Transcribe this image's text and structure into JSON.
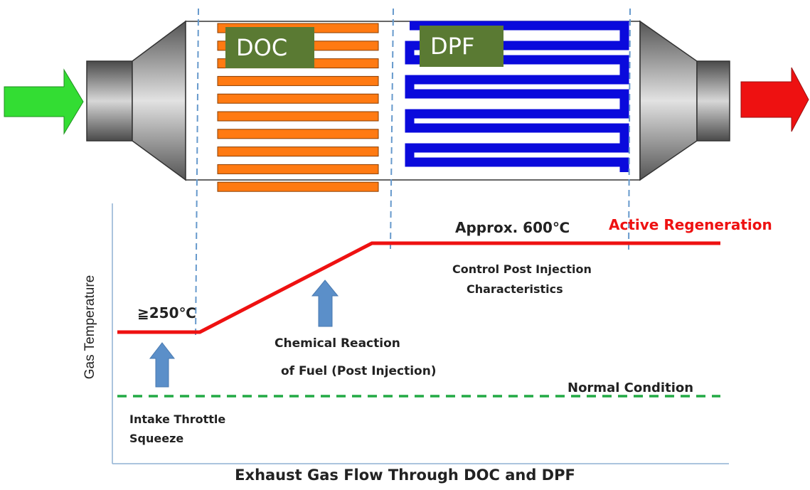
{
  "components": {
    "doc_label": "DOC",
    "dpf_label": "DPF"
  },
  "chart": {
    "y_axis_label": "Gas Temperature",
    "x_axis_label": "Exhaust Gas Flow Through DOC and DPF"
  },
  "annotations": {
    "temp_low": "≧250℃",
    "temp_high": "Approx. 600℃",
    "active_regeneration": "Active Regeneration",
    "normal_condition": "Normal Condition",
    "control_post_line1": "Control Post Injection",
    "control_post_line2": "Characteristics",
    "chemical_line1": "Chemical Reaction",
    "chemical_line2": "of Fuel (Post Injection)",
    "intake_line1": "Intake Throttle",
    "intake_line2": "Squeeze"
  },
  "colors": {
    "inlet_arrow": "#33dd33",
    "outlet_arrow": "#ee1111",
    "doc_fins": "#ff7a12",
    "dpf_channels": "#0a0adc",
    "label_box": "#5a7a33",
    "regeneration_line": "#ee1111",
    "normal_line": "#22aa44",
    "up_arrows": "#5b8fc9",
    "divider_lines": "#6699cc"
  }
}
